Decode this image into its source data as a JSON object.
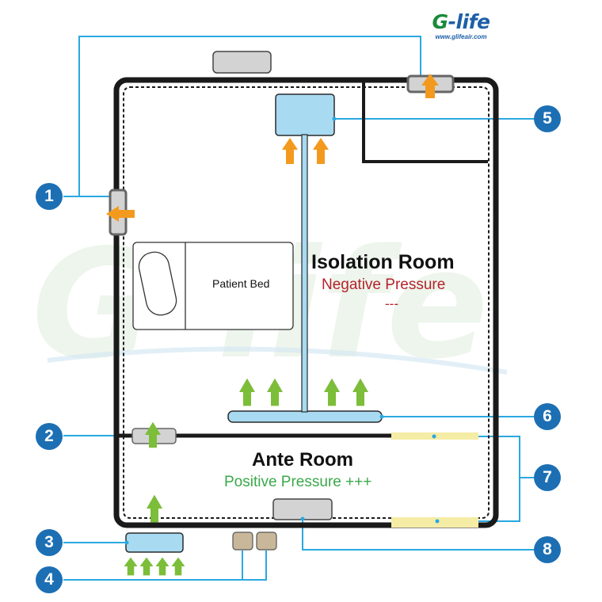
{
  "logo": {
    "brand_g": "G",
    "brand_dash": "-",
    "brand_life": "life",
    "url": "www.glifeair.com"
  },
  "watermark": "G-life",
  "isolation_room": {
    "title": "Isolation Room",
    "pressure": "Negative Pressure",
    "sign": "---"
  },
  "ante_room": {
    "title": "Ante Room",
    "pressure": "Positive Pressure +++"
  },
  "bed": {
    "label": "Patient Bed"
  },
  "callouts": [
    "1",
    "2",
    "3",
    "4",
    "5",
    "6",
    "7",
    "8"
  ],
  "colors": {
    "wall": "#1a1a1a",
    "callout": "#1d6fb4",
    "leader_line": "#2aa8e0",
    "supply_unit": "#a8daf2",
    "arrow_exhaust": "#f39a1e",
    "arrow_supply": "#7cbd3a",
    "door_gap": "#f5eca6",
    "vent_grey": "#d3d3d3",
    "sensor_tan": "#c9b79a",
    "negative_text": "#b5232b",
    "positive_text": "#3aa84a"
  }
}
